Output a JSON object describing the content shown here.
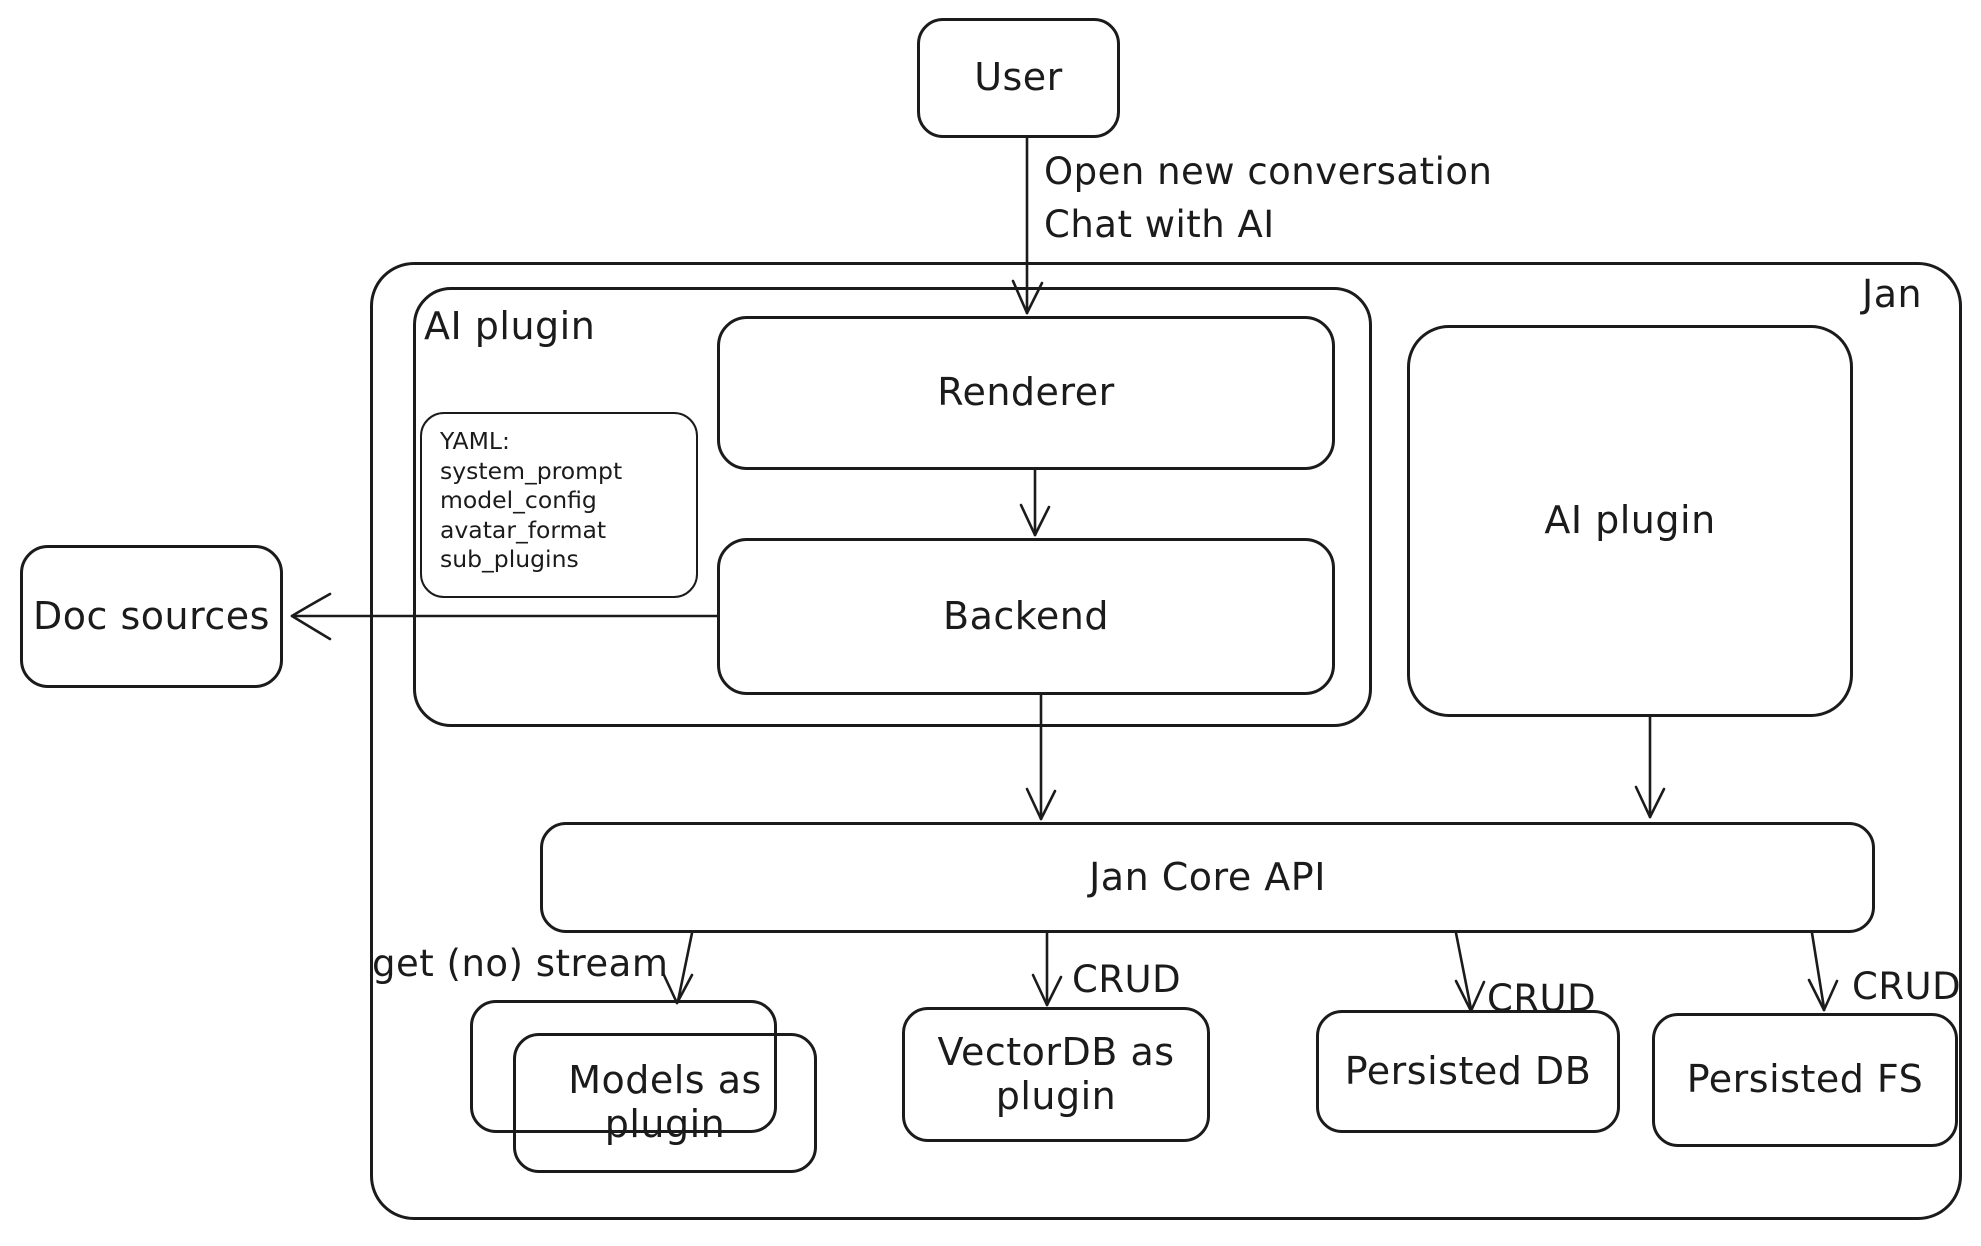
{
  "title": "Jan architecture sketch",
  "colors": {
    "ink": "#1b1b1b",
    "background": "#ffffff"
  },
  "nodes": {
    "user": {
      "label": "User"
    },
    "jan": {
      "label": "Jan"
    },
    "ai_plugin_left": {
      "label": "AI plugin"
    },
    "renderer": {
      "label": "Renderer"
    },
    "backend": {
      "label": "Backend"
    },
    "yaml_note": {
      "lines": [
        "YAML:",
        "system_prompt",
        "model_config",
        "avatar_format",
        "sub_plugins"
      ]
    },
    "ai_plugin_right": {
      "label": "AI plugin"
    },
    "doc_sources": {
      "label": "Doc sources"
    },
    "jan_core_api": {
      "label": "Jan Core API"
    },
    "models_plugin": {
      "label_lines": [
        "Models as",
        "plugin"
      ]
    },
    "vectordb_plugin": {
      "label_lines": [
        "VectorDB as",
        "plugin"
      ]
    },
    "persisted_db": {
      "label": "Persisted DB"
    },
    "persisted_fs": {
      "label": "Persisted FS"
    }
  },
  "edge_labels": {
    "user_flow": [
      "Open new conversation",
      "Chat with AI"
    ],
    "get_stream": "get (no) stream",
    "crud_vectordb": "CRUD",
    "crud_db": "CRUD",
    "crud_fs": "CRUD"
  }
}
